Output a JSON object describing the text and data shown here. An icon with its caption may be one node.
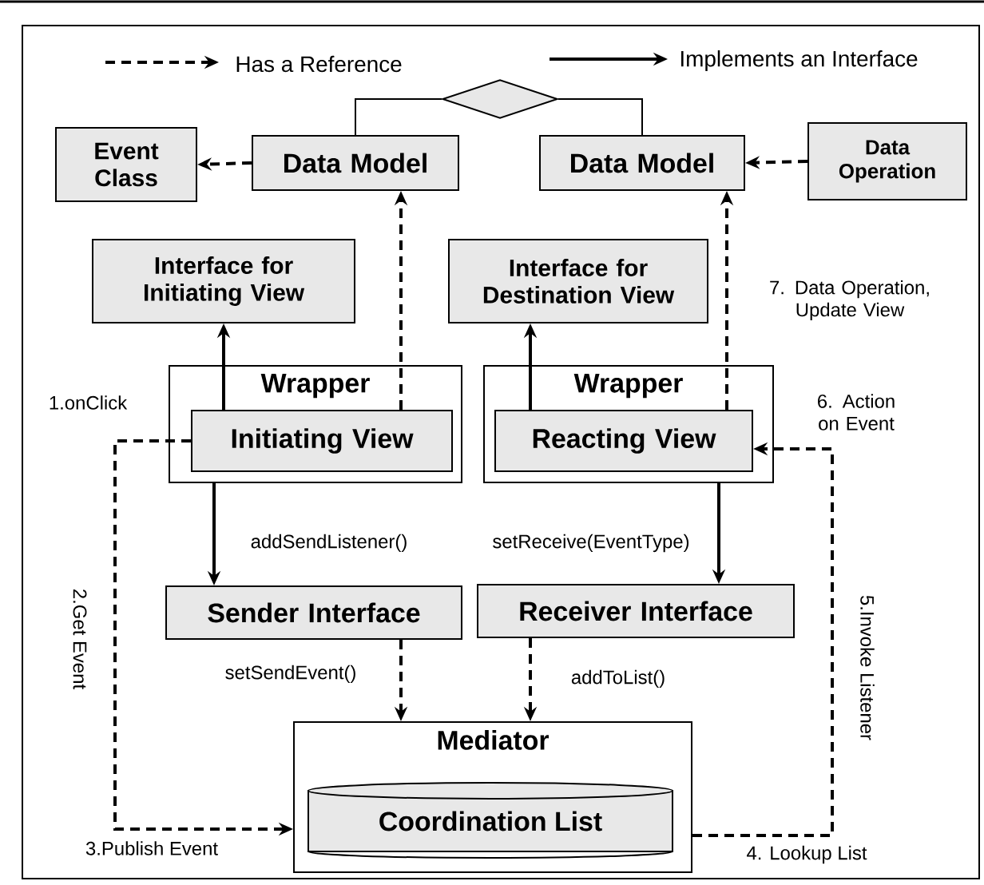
{
  "diagram": {
    "nodes": [
      {
        "text": [
          "Event Class"
        ]
      },
      {
        "text": [
          "Data Model"
        ]
      },
      {
        "text": [
          "Data Model"
        ]
      },
      {
        "text": [
          "Data Operation"
        ]
      },
      {
        "text": [],
        "shape": "diamond"
      },
      {
        "text": [
          "Interface for Initiating View"
        ]
      },
      {
        "text": [
          "Interface for Destination View"
        ]
      },
      {
        "text": [
          "Wrapper"
        ]
      },
      {
        "text": [
          "Initiating View"
        ],
        "in": 7
      },
      {
        "text": [
          "Wrapper"
        ]
      },
      {
        "text": [
          "Reacting View"
        ],
        "in": 9
      },
      {
        "text": [
          "Sender Interface"
        ]
      },
      {
        "text": [
          "Receiver Interface"
        ]
      },
      {
        "text": [
          "Mediator"
        ]
      },
      {
        "text": [
          "Coordination List"
        ],
        "in": 13
      }
    ],
    "edges": [
      {
        "from": 1,
        "to": 0,
        "arrow": "to",
        "style": "dashed"
      },
      {
        "from": 3,
        "to": 2,
        "arrow": "to",
        "style": "dashed"
      },
      {
        "from": 4,
        "to": 1,
        "arrow": "none"
      },
      {
        "from": 4,
        "to": 2,
        "arrow": "none"
      },
      {
        "from": 8,
        "to": 5,
        "arrow": "to"
      },
      {
        "from": 10,
        "to": 6,
        "arrow": "to"
      },
      {
        "from": 8,
        "to": 1,
        "arrow": "to",
        "style": "dashed"
      },
      {
        "from": 10,
        "to": 2,
        "arrow": "to",
        "style": "dashed",
        "label": "7. Data Operation, Update View"
      },
      {
        "from": 7,
        "to": 11,
        "arrow": "to",
        "label": "addSendListener()"
      },
      {
        "from": 9,
        "to": 12,
        "arrow": "to",
        "label": "setReceive(EventType)"
      },
      {
        "from": 11,
        "to": 13,
        "arrow": "to",
        "style": "dashed",
        "label": "setSendEvent()"
      },
      {
        "from": 12,
        "to": 13,
        "arrow": "to",
        "style": "dashed",
        "label": "addToList()"
      },
      {
        "from": 8,
        "to": 13,
        "arrow": "to",
        "style": "dashed",
        "label": "2.Get Event"
      },
      {
        "from": 13,
        "to": 10,
        "arrow": "to",
        "style": "dashed",
        "label": "5.Invoke Listener"
      }
    ],
    "labels": [
      "1.onClick",
      "6. Action on Event",
      "3.Publish Event",
      "4. Lookup List"
    ],
    "legend": [
      {
        "text": "Has a Reference"
      },
      {
        "text": "Implements an Interface"
      }
    ]
  }
}
